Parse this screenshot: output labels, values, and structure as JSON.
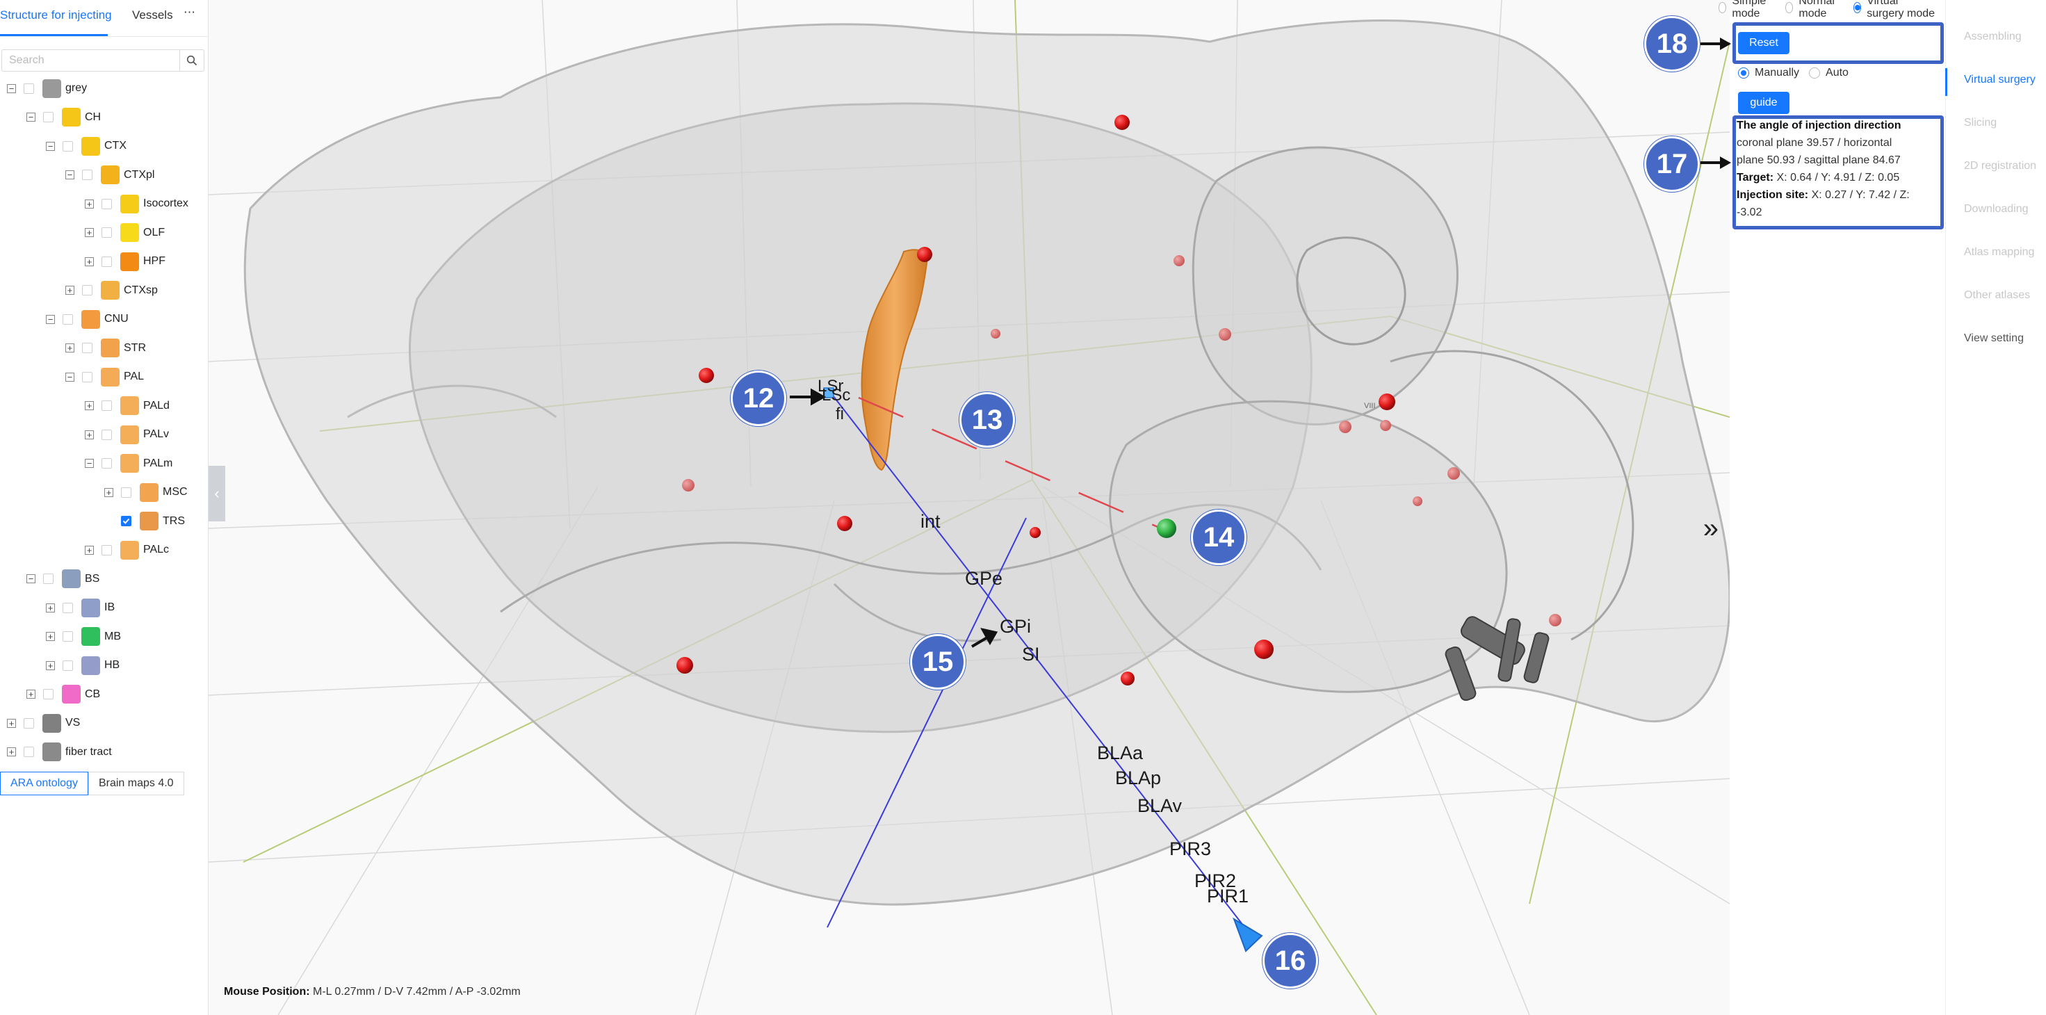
{
  "left": {
    "tabs": [
      "Structure for injecting",
      "Vessels"
    ],
    "more_icon": "more-horizontal-icon",
    "search_placeholder": "Search",
    "tree": [
      {
        "label": "grey",
        "color": "#999999",
        "depth": 0,
        "expander": "minus",
        "checked": false
      },
      {
        "label": "CH",
        "color": "#f5c518",
        "depth": 1,
        "expander": "minus",
        "checked": false
      },
      {
        "label": "CTX",
        "color": "#f5c518",
        "depth": 2,
        "expander": "minus",
        "checked": false
      },
      {
        "label": "CTXpl",
        "color": "#f3b21c",
        "depth": 3,
        "expander": "minus",
        "checked": false
      },
      {
        "label": "Isocortex",
        "color": "#f5cc17",
        "depth": 4,
        "expander": "plus",
        "checked": false
      },
      {
        "label": "OLF",
        "color": "#f7da19",
        "depth": 4,
        "expander": "plus",
        "checked": false
      },
      {
        "label": "HPF",
        "color": "#f28a14",
        "depth": 4,
        "expander": "plus",
        "checked": false
      },
      {
        "label": "CTXsp",
        "color": "#f2b043",
        "depth": 3,
        "expander": "plus",
        "checked": false
      },
      {
        "label": "CNU",
        "color": "#f39a3e",
        "depth": 2,
        "expander": "minus",
        "checked": false
      },
      {
        "label": "STR",
        "color": "#f2a24a",
        "depth": 3,
        "expander": "plus",
        "checked": false
      },
      {
        "label": "PAL",
        "color": "#f3ac55",
        "depth": 3,
        "expander": "minus",
        "checked": false
      },
      {
        "label": "PALd",
        "color": "#f5ae58",
        "depth": 4,
        "expander": "plus",
        "checked": false
      },
      {
        "label": "PALv",
        "color": "#f5ae58",
        "depth": 4,
        "expander": "plus",
        "checked": false
      },
      {
        "label": "PALm",
        "color": "#f5ae58",
        "depth": 4,
        "expander": "minus",
        "checked": false
      },
      {
        "label": "MSC",
        "color": "#f3a44e",
        "depth": 5,
        "expander": "plus",
        "checked": false
      },
      {
        "label": "TRS",
        "color": "#e9984a",
        "depth": 5,
        "expander": "none",
        "checked": true
      },
      {
        "label": "PALc",
        "color": "#f5ae58",
        "depth": 4,
        "expander": "plus",
        "checked": false
      },
      {
        "label": "BS",
        "color": "#8b9ebd",
        "depth": 1,
        "expander": "minus",
        "checked": false
      },
      {
        "label": "IB",
        "color": "#8f9ec8",
        "depth": 2,
        "expander": "plus",
        "checked": false
      },
      {
        "label": "MB",
        "color": "#2fbf5c",
        "depth": 2,
        "expander": "plus",
        "checked": false
      },
      {
        "label": "HB",
        "color": "#949cc9",
        "depth": 2,
        "expander": "plus",
        "checked": false
      },
      {
        "label": "CB",
        "color": "#f06bc8",
        "depth": 1,
        "expander": "plus",
        "checked": false
      },
      {
        "label": "VS",
        "color": "#808080",
        "depth": 0,
        "expander": "plus",
        "checked": false
      },
      {
        "label": "fiber tract",
        "color": "#8a8a8a",
        "depth": 0,
        "expander": "plus",
        "checked": false
      }
    ],
    "bottom_tabs": [
      "ARA ontology",
      "Brain maps 4.0"
    ]
  },
  "viewer": {
    "labels": [
      {
        "text": "LSr",
        "size": "small"
      },
      {
        "text": "LSc",
        "size": "small"
      },
      {
        "text": "fi",
        "size": "small"
      },
      {
        "text": "int",
        "size": "large"
      },
      {
        "text": "GPe",
        "size": "large"
      },
      {
        "text": "GPi",
        "size": "large"
      },
      {
        "text": "SI",
        "size": "large"
      },
      {
        "text": "BLAa",
        "size": "large"
      },
      {
        "text": "BLAp",
        "size": "large"
      },
      {
        "text": "BLAv",
        "size": "large"
      },
      {
        "text": "PIR3",
        "size": "large"
      },
      {
        "text": "PIR2",
        "size": "large"
      },
      {
        "text": "PIR1",
        "size": "large"
      }
    ],
    "badges": [
      "12",
      "13",
      "14",
      "15",
      "16",
      "17",
      "18"
    ],
    "tiny_label": "VIII",
    "mouse_position_label": "Mouse Position:",
    "mouse_position_value": "M-L 0.27mm / D-V 7.42mm / A-P -3.02mm",
    "colors": {
      "injection_line": "#3b3bd9",
      "target_line": "#e0474c",
      "point": "#e62020",
      "site": "#39b54a"
    }
  },
  "right": {
    "modes": [
      {
        "label": "Simple mode",
        "selected": false
      },
      {
        "label": "Normal mode",
        "selected": false
      },
      {
        "label": "Virtual surgery mode",
        "selected": true
      }
    ],
    "reset_label": "Reset",
    "method_options": [
      {
        "label": "Manually",
        "selected": true
      },
      {
        "label": "Auto",
        "selected": false
      }
    ],
    "guide_label": "guide",
    "angle_title": "The angle of injection direction",
    "angle_text": "coronal plane 39.57 / horizontal plane 50.93 / sagittal plane 84.67",
    "target_label": "Target:",
    "target_value": "X: 0.64 / Y: 4.91 / Z: 0.05",
    "site_label": "Injection site:",
    "site_value": "X: 0.27 / Y: 7.42 / Z: -3.02"
  },
  "menu": {
    "items": [
      {
        "label": "Assembling",
        "state": "disabled"
      },
      {
        "label": "Virtual surgery",
        "state": "active"
      },
      {
        "label": "Slicing",
        "state": "disabled"
      },
      {
        "label": "2D registration",
        "state": "disabled"
      },
      {
        "label": "Downloading",
        "state": "disabled"
      },
      {
        "label": "Atlas mapping",
        "state": "disabled"
      },
      {
        "label": "Other atlases",
        "state": "disabled"
      },
      {
        "label": "View setting",
        "state": "normal"
      }
    ]
  },
  "accent": "#1677ff",
  "badge_color": "#4569c4"
}
